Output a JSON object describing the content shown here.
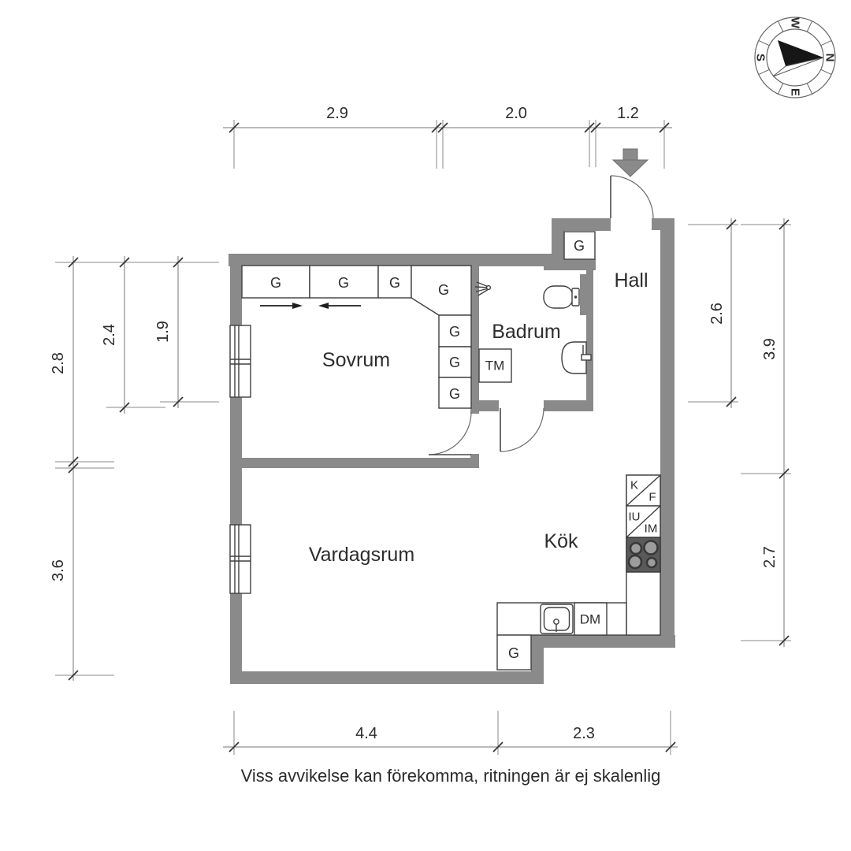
{
  "colors": {
    "wall": "#8A8A8A",
    "line": "#3F3F3F",
    "stove": "#5A5A5A",
    "burner": "#9C9C9C",
    "background": "#FFFFFF"
  },
  "rooms": {
    "bedroom": "Sovrum",
    "bathroom": "Badrum",
    "hall": "Hall",
    "living_room": "Vardagsrum",
    "kitchen": "Kök"
  },
  "appliances": {
    "wardrobe": "G",
    "washing_machine": "TM",
    "dishwasher": "DM",
    "fridge": "K",
    "freezer": "F",
    "built_in_oven": "IU",
    "built_in_micro": "IM"
  },
  "dimensions": {
    "top": [
      "2.9",
      "2.0",
      "1.2"
    ],
    "left": [
      "2.8",
      "2.4",
      "1.9",
      "3.6"
    ],
    "right": [
      "2.6",
      "3.9",
      "2.7"
    ],
    "bottom": [
      "4.4",
      "2.3"
    ]
  },
  "compass": {
    "north": "N",
    "east": "E",
    "south": "S",
    "west": "W"
  },
  "disclaimer": "Viss avvikelse kan förekomma, ritningen är ej skalenlig"
}
